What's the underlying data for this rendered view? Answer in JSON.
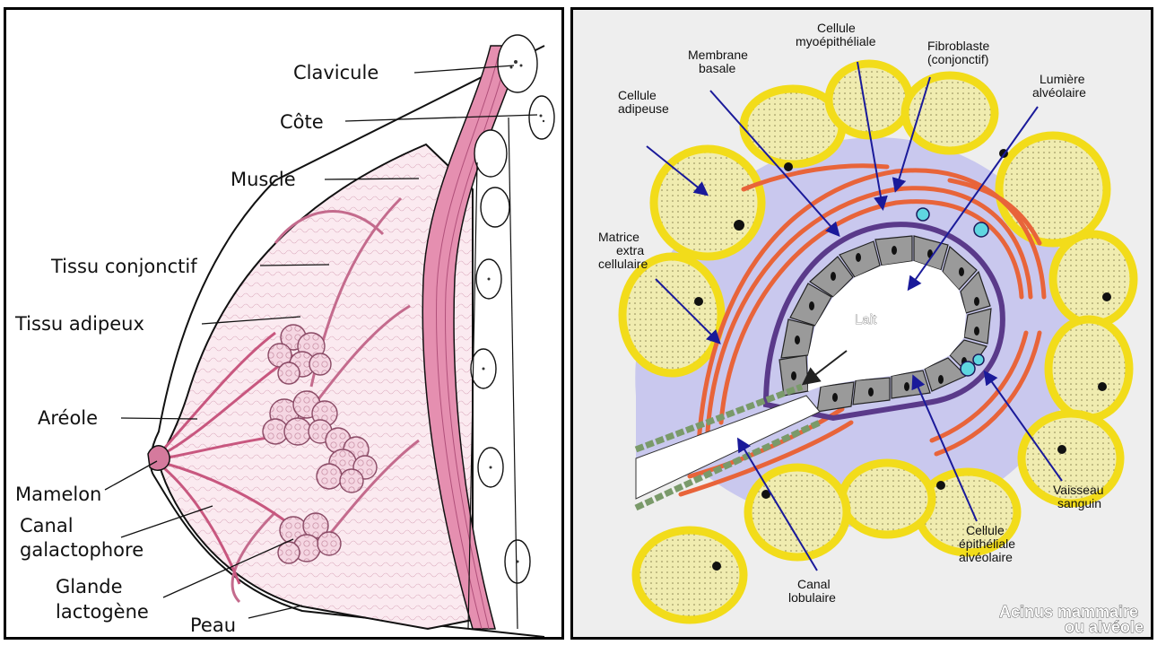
{
  "left_diagram": {
    "labels": {
      "clavicule": "Clavicule",
      "cote": "Côte",
      "muscle": "Muscle",
      "tissu_conjonctif": "Tissu conjonctif",
      "tissu_adipeux": "Tissu adipeux",
      "areole": "Aréole",
      "mamelon": "Mamelon",
      "canal_1": "Canal",
      "canal_2": "galactophore",
      "glande_1": "Glande",
      "glande_2": "lactogène",
      "peau": "Peau"
    }
  },
  "right_diagram": {
    "labels": {
      "cellule_adipeuse_1": "Cellule",
      "cellule_adipeuse_2": "adipeuse",
      "membrane_1": "Membrane",
      "membrane_2": "basale",
      "myo_1": "Cellule",
      "myo_2": "myoépithéliale",
      "fibro_1": "Fibroblaste",
      "fibro_2": "(conjonctif)",
      "lumiere_1": "Lumière",
      "lumiere_2": "alvéolaire",
      "matrice_1": "Matrice",
      "matrice_2": "extra",
      "matrice_3": "cellulaire",
      "lait": "Lait",
      "vaisseau_1": "Vaisseau",
      "vaisseau_2": "sanguin",
      "epith_1": "Cellule",
      "epith_2": "épithéliale",
      "epith_3": "alvéolaire",
      "canal_lob_1": "Canal",
      "canal_lob_2": "lobulaire",
      "caption_1": "Acinus mammaire",
      "caption_2": "ou alvéole"
    }
  },
  "colors": {
    "breast_tissue": "#f7dde6",
    "muscle": "#e58fb0",
    "outline": "#111111",
    "fat_cell": "#f0ecb0",
    "fat_border": "#f2dc1a",
    "connective_red": "#e8643a",
    "epithelial": "#9a9a9a",
    "arrow_blue": "#1a1a9a",
    "matrix_lavender": "#c9c8ee"
  }
}
